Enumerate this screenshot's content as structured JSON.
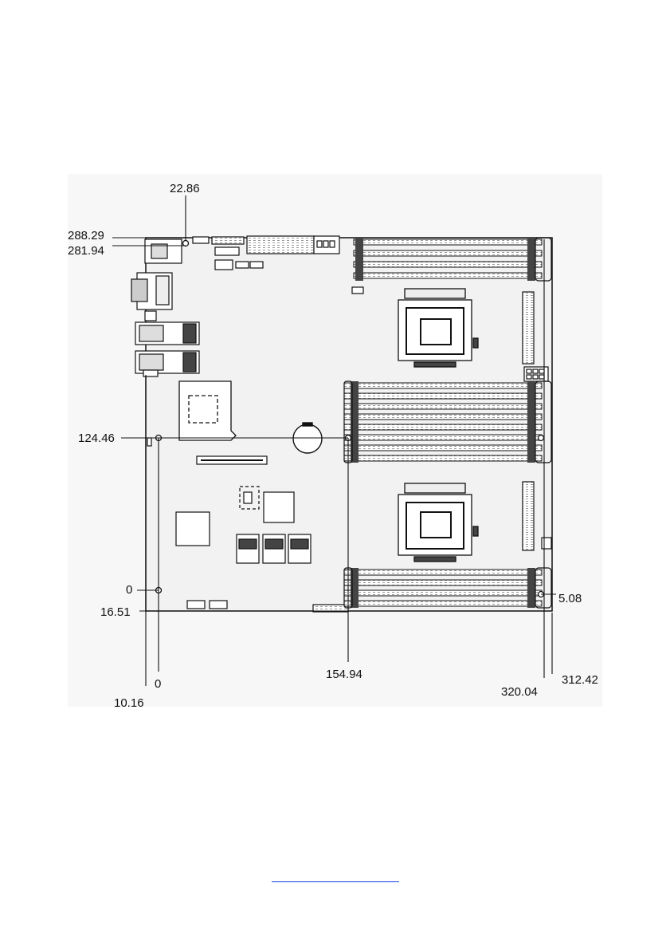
{
  "diagram": {
    "labels": {
      "d_22_86": "22.86",
      "d_288_29": "288.29",
      "d_281_94": "281.94",
      "d_124_46": "124.46",
      "d_0_left": "0",
      "d_16_51": "16.51",
      "d_5_08": "5.08",
      "d_0_bottom": "0",
      "d_10_16": "10.16",
      "d_154_94": "154.94",
      "d_320_04": "320.04",
      "d_312_42": "312.42"
    }
  },
  "footer": {
    "link_text": ""
  }
}
